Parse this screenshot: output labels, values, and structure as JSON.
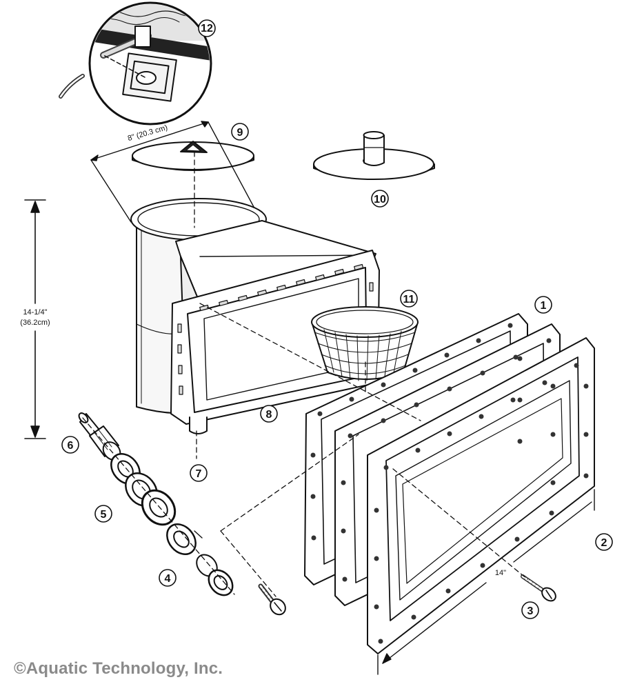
{
  "callouts": {
    "c1": "1",
    "c2": "2",
    "c3": "3",
    "c4": "4",
    "c5": "5",
    "c6": "6",
    "c7": "7",
    "c8": "8",
    "c9": "9",
    "c10": "10",
    "c11": "11",
    "c12": "12"
  },
  "dimensions": {
    "lid_width": "8\" (20.3 cm)",
    "height_imperial": "14-1/4\"",
    "height_metric": "(36.2cm)",
    "faceplate_width": "14\""
  },
  "copyright": "©Aquatic Technology, Inc."
}
